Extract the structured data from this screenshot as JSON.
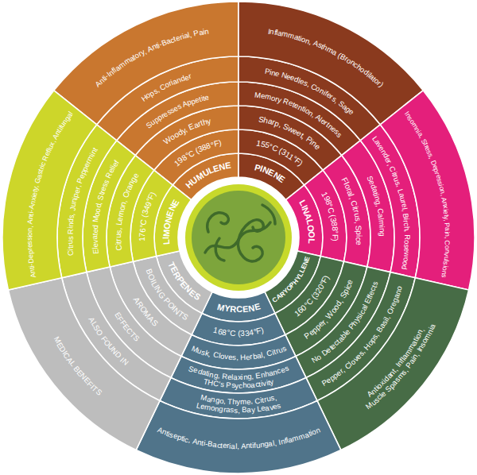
{
  "diagram": {
    "nodes": [
      {
        "text": [
          "HUMULENE"
        ]
      },
      {
        "text": [
          "198°C (388°F)"
        ]
      },
      {
        "text": [
          "Woody, Earthy"
        ]
      },
      {
        "text": [
          "Suppresses Appetite"
        ]
      },
      {
        "text": [
          "Hops, Coriander"
        ]
      },
      {
        "text": [
          "Anti-Inflammatory, Anti-Bacterial, Pain"
        ]
      },
      {
        "text": [
          "PINENE"
        ]
      },
      {
        "text": [
          "155°C (311°F)"
        ]
      },
      {
        "text": [
          "Sharp, Sweet, Pine"
        ]
      },
      {
        "text": [
          "Memory Retention, Alertness"
        ]
      },
      {
        "text": [
          "Pine Needles, Conifers, Sage"
        ]
      },
      {
        "text": [
          "Inflammation, Asthma (Bronchodilator)"
        ]
      },
      {
        "text": [
          "LINALOOL"
        ]
      },
      {
        "text": [
          "198°C (388°F)"
        ]
      },
      {
        "text": [
          "Floral, Citrus, Spice"
        ]
      },
      {
        "text": [
          "Sedating, Calming"
        ]
      },
      {
        "text": [
          "Lavender, Citrus, Laurel, Birch, Rosewood"
        ]
      },
      {
        "text": [
          "Insomnia, Stress, Depression, Anxiety, Pain, Convulsions"
        ]
      },
      {
        "text": [
          "CARYOPHYLLENE"
        ]
      },
      {
        "text": [
          "160°C (320°F)"
        ]
      },
      {
        "text": [
          "Pepper, Wood, Spice"
        ]
      },
      {
        "text": [
          "No Detectable Physical Effects"
        ]
      },
      {
        "text": [
          "Pepper, Cloves, Hops, Basil, Oregano"
        ]
      },
      {
        "text": [
          "Antioxidant, Inflammation, Muscle Spasms, Pain, Insomnia"
        ]
      },
      {
        "text": [
          "MYRCENE"
        ]
      },
      {
        "text": [
          "168°C (334°F)"
        ]
      },
      {
        "text": [
          "Musk, Cloves, Herbal, Citrus"
        ]
      },
      {
        "text": [
          "Sedating, Relaxing, Enhances THC's Psychoactivity"
        ]
      },
      {
        "text": [
          "Mango, Thyme, Citrus, Lemongrass, Bay Leaves"
        ]
      },
      {
        "text": [
          "Antiseptic, Anti-Bacterial, Antifungal, Inflammation"
        ]
      },
      {
        "text": [
          "TERPENES"
        ]
      },
      {
        "text": [
          "BOILING POINTS"
        ]
      },
      {
        "text": [
          "AROMAS"
        ]
      },
      {
        "text": [
          "EFFECTS"
        ]
      },
      {
        "text": [
          "ALSO FOUND IN"
        ]
      },
      {
        "text": [
          "MEDICAL BENEFITS"
        ]
      },
      {
        "text": [
          "LIMONENE"
        ]
      },
      {
        "text": [
          "176°C (349°F)"
        ]
      },
      {
        "text": [
          "Citrus, Lemon, Orange"
        ]
      },
      {
        "text": [
          "Elevated Mood, Stress Relief"
        ]
      },
      {
        "text": [
          "Citrus Rinds, Juniper, Peppermint"
        ]
      },
      {
        "text": [
          "Anti-Depression, Anti-Anxiety, Gastric Reflux, Antifungal"
        ]
      }
    ]
  }
}
